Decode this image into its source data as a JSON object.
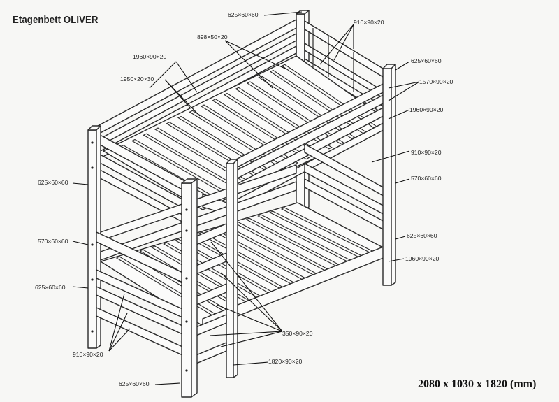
{
  "drawing": {
    "title": "Etagenbett OLIVER",
    "overall_dimensions": "2080 x 1030 x 1820 (mm)"
  },
  "part_labels": {
    "post_top_right_back": "625×60×60",
    "rail_top_back_right": "910×90×20",
    "slat_top": "898×50×20",
    "rail_long_top_left": "1960×90×20",
    "slat_support_top": "1950×20×30",
    "post_front_right_top": "625×60×60",
    "rail_front_guard": "1570×90×20",
    "rail_long_front_upper": "1960×90×20",
    "end_rail_right": "910×90×20",
    "spacer_right": "570×60×60",
    "post_left_upper": "625×60×60",
    "spacer_left": "570×60×60",
    "post_left_lower": "625×60×60",
    "post_right_lower": "625×60×60",
    "rail_long_front_lower": "1960×90×20",
    "ladder_rungs": "350×90×20",
    "ladder_stile": "1820×90×20",
    "end_rails_left": "910×90×20",
    "post_front_bottom": "625×60×60"
  }
}
